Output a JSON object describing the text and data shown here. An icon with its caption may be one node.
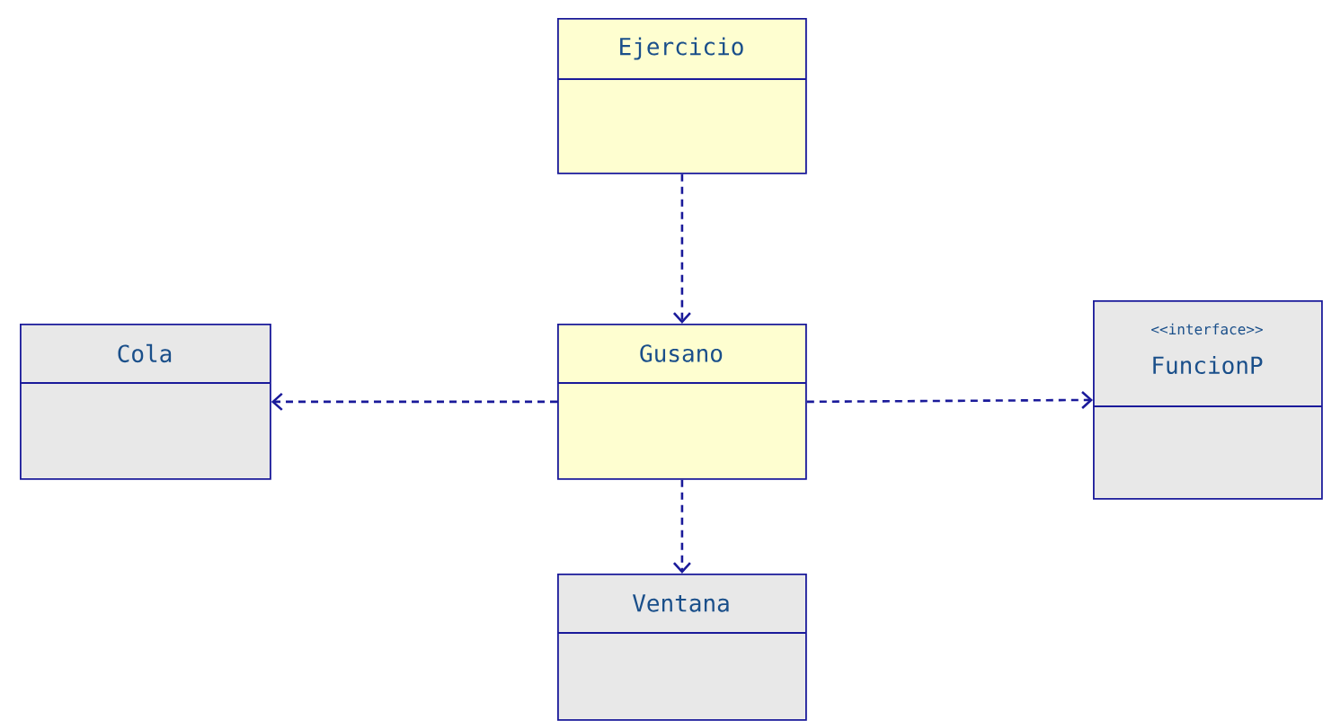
{
  "diagram": {
    "nodes": [
      {
        "text": [
          "Ejercicio"
        ]
      },
      {
        "text": [
          "Cola"
        ]
      },
      {
        "text": [
          "Gusano"
        ]
      },
      {
        "text": [
          "<<interface>>",
          "FuncionP"
        ]
      },
      {
        "text": [
          "Ventana"
        ]
      }
    ],
    "edges": [
      {
        "from": 0,
        "to": 2,
        "arrow": "to",
        "style": "dashed"
      },
      {
        "from": 2,
        "to": 1,
        "arrow": "to",
        "style": "dashed"
      },
      {
        "from": 2,
        "to": 3,
        "arrow": "to",
        "style": "dashed"
      },
      {
        "from": 2,
        "to": 4,
        "arrow": "to",
        "style": "dashed"
      }
    ]
  }
}
